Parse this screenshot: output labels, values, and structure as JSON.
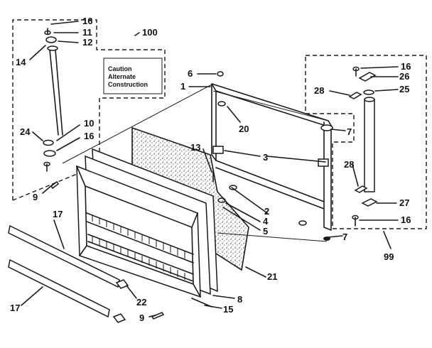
{
  "diagram": {
    "callouts": {
      "c100": "100",
      "c99": "99",
      "c16a": "16",
      "c11": "11",
      "c12": "12",
      "c14": "14",
      "c10": "10",
      "c16b": "16",
      "c24": "24",
      "c9a": "9",
      "c6": "6",
      "c1": "1",
      "c20": "20",
      "c13": "13",
      "c3": "3",
      "c2": "2",
      "c4": "4",
      "c5": "5",
      "c7a": "7",
      "c7b": "7",
      "c21": "21",
      "c8": "8",
      "c15": "15",
      "c9b": "9",
      "c22": "22",
      "c17a": "17",
      "c17b": "17",
      "c16c": "16",
      "c26": "26",
      "c28a": "28",
      "c25": "25",
      "c28b": "28",
      "c27": "27",
      "c16d": "16"
    },
    "note": {
      "line1": "Caution",
      "line2": "Alternate",
      "line3": "Construction"
    }
  }
}
